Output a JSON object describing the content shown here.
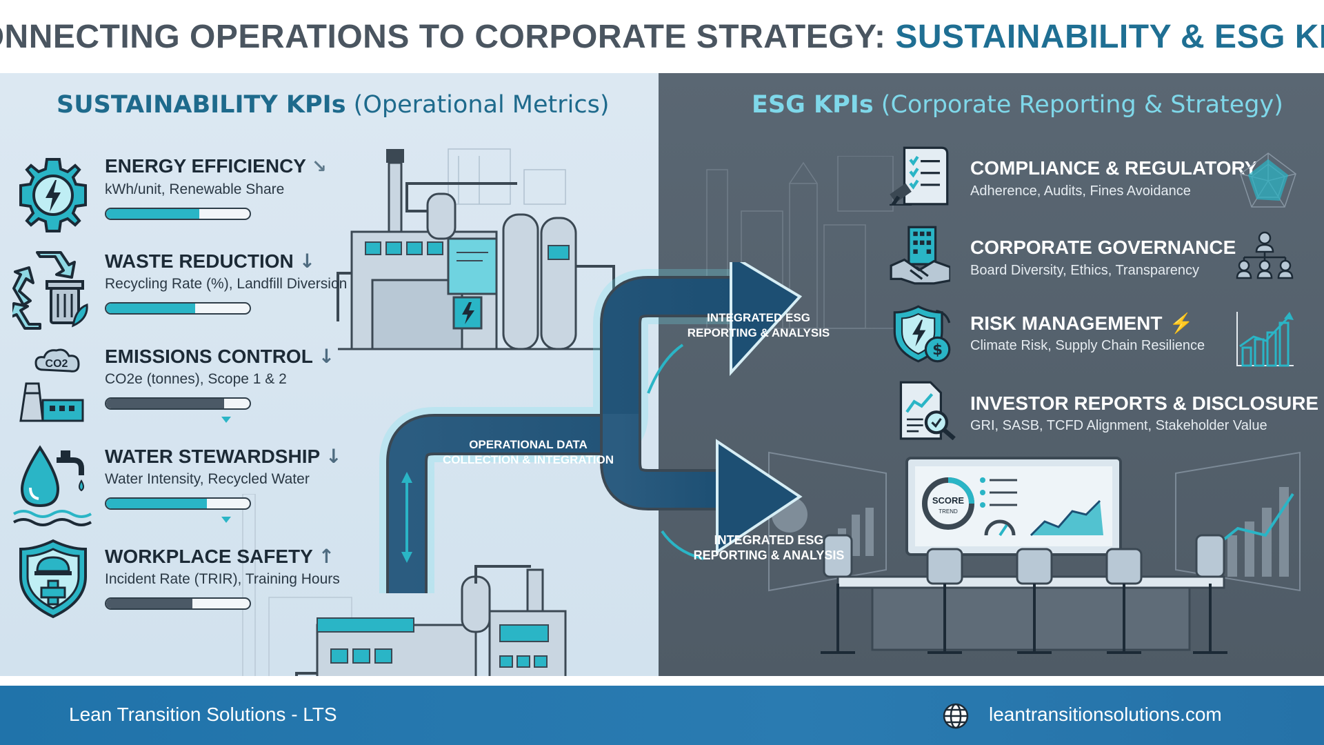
{
  "header": {
    "title_part1": "CONNECTING OPERATIONS TO CORPORATE STRATEGY: ",
    "title_part2": "SUSTAINABILITY & ESG KPIs"
  },
  "left_panel": {
    "title_strong": "SUSTAINABILITY KPIs",
    "title_light": " (Operational Metrics)",
    "items": [
      {
        "title": "ENERGY EFFICIENCY",
        "subtitle": "kWh/unit, Renewable Share",
        "trend": "↘",
        "progress": 0.65,
        "icon": "gear-lightning-icon"
      },
      {
        "title": "WASTE REDUCTION",
        "subtitle": "Recycling Rate (%), Landfill Diversion",
        "trend": "↓",
        "progress": 0.62,
        "icon": "recycle-bin-icon"
      },
      {
        "title": "EMISSIONS CONTROL",
        "subtitle": "CO2e (tonnes), Scope 1 & 2",
        "trend": "↓",
        "progress": 0.82,
        "icon": "co2-factory-icon"
      },
      {
        "title": "WATER STEWARDSHIP",
        "subtitle": "Water Intensity, Recycled Water",
        "trend": "↓",
        "progress": 0.7,
        "icon": "water-drop-tap-icon"
      },
      {
        "title": "WORKPLACE SAFETY",
        "subtitle": "Incident Rate (TRIR), Training Hours",
        "trend": "↑",
        "progress": 0.6,
        "icon": "safety-shield-icon"
      }
    ],
    "co2_label": "CO2"
  },
  "right_panel": {
    "title_strong": "ESG KPIs",
    "title_light": " (Corporate Reporting & Strategy)",
    "items": [
      {
        "title": "COMPLIANCE & REGULATORY",
        "subtitle": "Adherence, Audits, Fines Avoidance",
        "trend": "",
        "icon": "gavel-checklist-icon",
        "deco": "radar-icon"
      },
      {
        "title": "CORPORATE GOVERNANCE",
        "subtitle": "Board Diversity, Ethics, Transparency",
        "trend": "",
        "icon": "building-handshake-icon",
        "deco": "org-chart-icon"
      },
      {
        "title": "RISK MANAGEMENT",
        "subtitle": "Climate Risk, Supply Chain Resilience",
        "trend": "⚡",
        "icon": "shield-dollar-icon",
        "deco": "bar-trend-icon"
      },
      {
        "title": "INVESTOR REPORTS & DISCLOSURE",
        "subtitle": "GRI, SASB, TCFD Alignment, Stakeholder Value",
        "trend": "↗",
        "icon": "report-magnifier-icon",
        "deco": ""
      }
    ]
  },
  "flow": {
    "operational_label_1": "OPERATIONAL DATA",
    "operational_label_2": "COLLECTION & INTEGRATION",
    "esg_top_1": "INTEGRATED ESG",
    "esg_top_2": "REPORTING & ANALYSIS",
    "esg_bottom_1": "INTEGRATED ESG",
    "esg_bottom_2": "REPORTING & ANALYSIS"
  },
  "dashboard": {
    "score_label": "SCORE",
    "trend_label": "TREND"
  },
  "footer": {
    "left_text": "Lean Transition Solutions - LTS",
    "right_text": "leantransitionsolutions.com"
  },
  "colors": {
    "accent_teal": "#2ab5c6",
    "navy_arrow": "#1d4f73",
    "header_gray": "#4a5560",
    "header_blue": "#1f6f93",
    "footer_blue": "#2073aa"
  }
}
